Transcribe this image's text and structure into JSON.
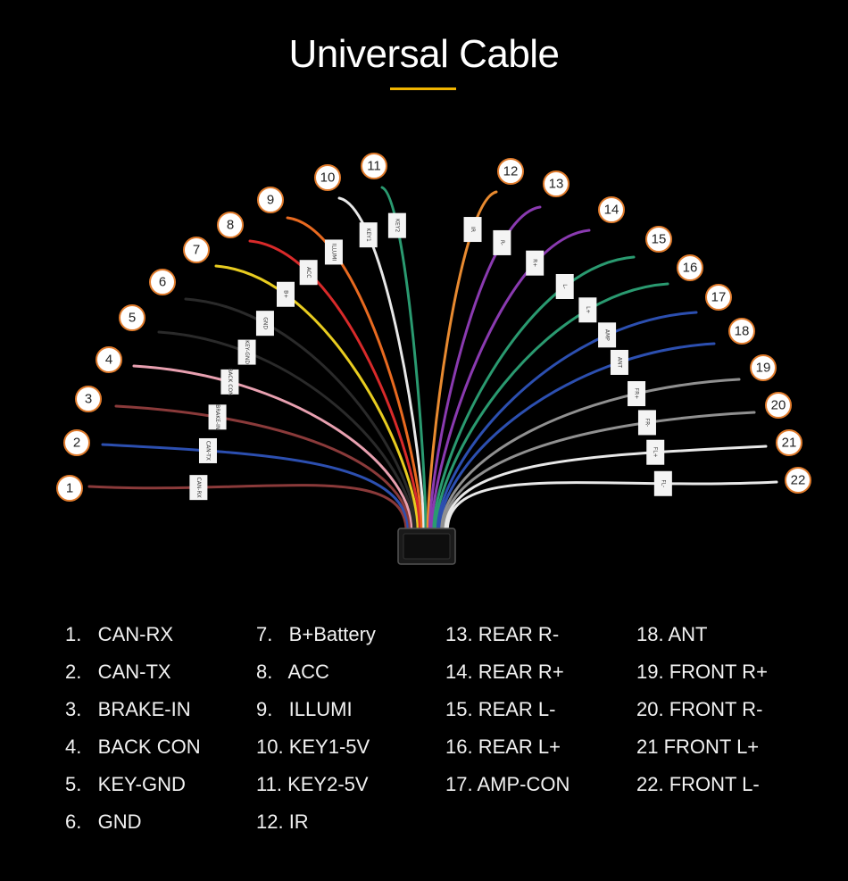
{
  "title": "Universal Cable",
  "colors": {
    "background": "#000000",
    "accent_bar": "#f0b400",
    "badge_border": "#e07b2c",
    "badge_fill": "#ffffff"
  },
  "wires": [
    {
      "id": "1",
      "color": "#8a3a3a",
      "tag": "CAN-RX"
    },
    {
      "id": "2",
      "color": "#2c4fb0",
      "tag": "CAN-TX"
    },
    {
      "id": "3",
      "color": "#8a3a3a",
      "tag": "BRAKE-IN"
    },
    {
      "id": "4",
      "color": "#e8a0b0",
      "tag": "BACK CON"
    },
    {
      "id": "5",
      "color": "#2a2a2a",
      "tag": "KEY-GND"
    },
    {
      "id": "6",
      "color": "#2a2a2a",
      "tag": "GND"
    },
    {
      "id": "7",
      "color": "#e8cc20",
      "tag": "B+"
    },
    {
      "id": "8",
      "color": "#d82a2a",
      "tag": "ACC"
    },
    {
      "id": "9",
      "color": "#e86a20",
      "tag": "ILLUMI"
    },
    {
      "id": "10",
      "color": "#e8e8e8",
      "tag": "KEY1"
    },
    {
      "id": "11",
      "color": "#2a9a70",
      "tag": "KEY2"
    },
    {
      "id": "12",
      "color": "#e88a30",
      "tag": "IR"
    },
    {
      "id": "13",
      "color": "#8a3ab0",
      "tag": "R-"
    },
    {
      "id": "14",
      "color": "#8a3ab0",
      "tag": "R+"
    },
    {
      "id": "15",
      "color": "#2a9a70",
      "tag": "L-"
    },
    {
      "id": "16",
      "color": "#2a9a70",
      "tag": "L+"
    },
    {
      "id": "17",
      "color": "#2c4fb0",
      "tag": "AMP"
    },
    {
      "id": "18",
      "color": "#2c4fb0",
      "tag": "ANT"
    },
    {
      "id": "19",
      "color": "#909090",
      "tag": "FR+"
    },
    {
      "id": "20",
      "color": "#909090",
      "tag": "FR-"
    },
    {
      "id": "21",
      "color": "#e8e8e8",
      "tag": "FL+"
    },
    {
      "id": "22",
      "color": "#e8e8e8",
      "tag": "FL-"
    }
  ],
  "legend": [
    [
      "1.   CAN-RX",
      "2.   CAN-TX",
      "3.   BRAKE-IN",
      "4.   BACK CON",
      "5.   KEY-GND",
      "6.   GND"
    ],
    [
      "7.   B+Battery",
      "8.   ACC",
      "9.   ILLUMI",
      "10. KEY1-5V",
      "11. KEY2-5V",
      "12. IR"
    ],
    [
      "13. REAR R-",
      "14. REAR R+",
      "15. REAR L-",
      "16. REAR L+",
      "17. AMP-CON"
    ],
    [
      "18. ANT",
      "19. FRONT R+",
      "20. FRONT R-",
      "21 FRONT L+",
      "22. FRONT L-"
    ]
  ]
}
